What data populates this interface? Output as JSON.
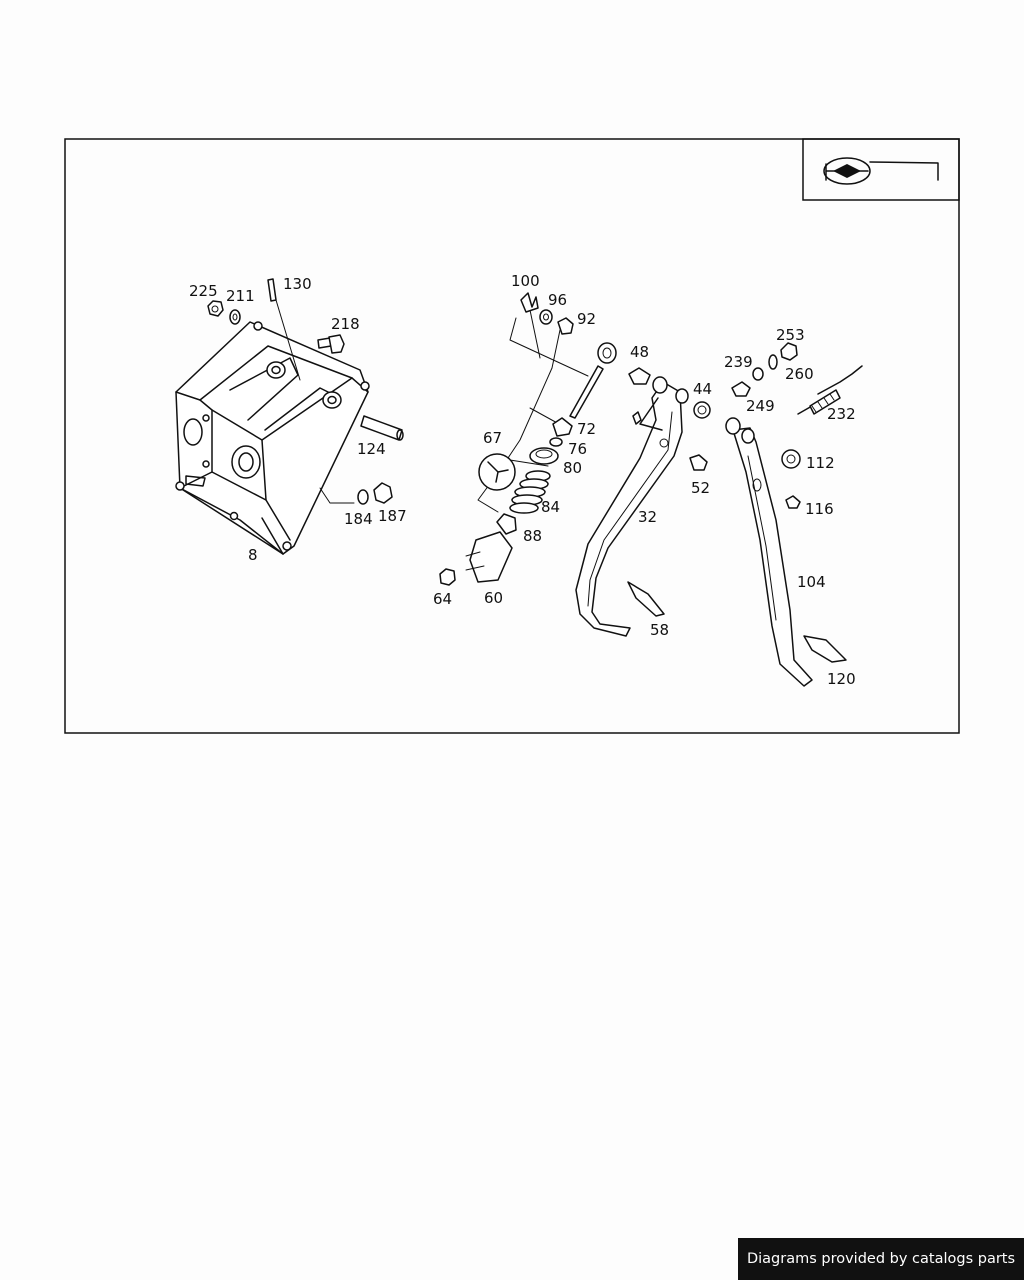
{
  "diagram": {
    "icon": "steering-wheel-icon",
    "callouts": [
      "225",
      "211",
      "130",
      "218",
      "124",
      "184",
      "187",
      "8",
      "100",
      "96",
      "92",
      "48",
      "67",
      "72",
      "76",
      "80",
      "84",
      "88",
      "64",
      "60",
      "44",
      "52",
      "32",
      "58",
      "239",
      "253",
      "260",
      "249",
      "232",
      "112",
      "116",
      "104",
      "120"
    ]
  },
  "footer": {
    "credit": "Diagrams provided by catalogs parts"
  },
  "colors": {
    "line": "#111111",
    "background": "#fdfdfd",
    "footer_bg": "#111111",
    "footer_text": "#ffffff"
  }
}
